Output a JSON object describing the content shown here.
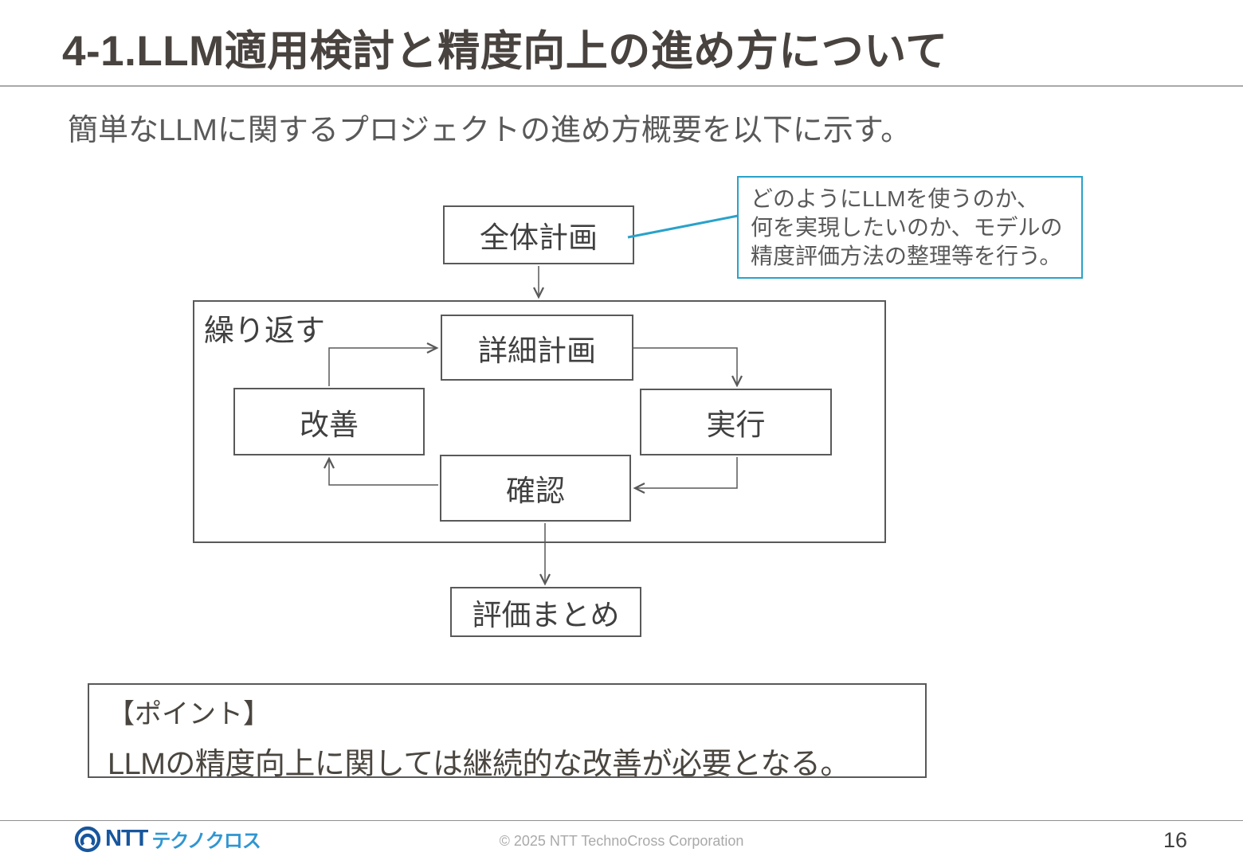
{
  "header": {
    "title": "4-1.LLM適用検討と精度向上の進め方について"
  },
  "intro": {
    "text": "簡単なLLMに関するプロジェクトの進め方概要を以下に示す。"
  },
  "diagram": {
    "nodes": {
      "overall_plan": "全体計画",
      "detail_plan": "詳細計画",
      "execute": "実行",
      "check": "確認",
      "improve": "改善",
      "eval_summary": "評価まとめ"
    },
    "repeat_label": "繰り返す",
    "flow": [
      "全体計画 → 繰り返す(詳細計画 → 実行 → 確認 → 改善 → 詳細計画) → 評価まとめ"
    ],
    "callout": {
      "line1": "どのようにLLMを使うのか、",
      "line2": "何を実現したいのか、モデルの",
      "line3": "精度評価方法の整理等を行う。"
    }
  },
  "point": {
    "heading": "【ポイント】",
    "text": "LLMの精度向上に関しては継続的な改善が必要となる。"
  },
  "footer": {
    "logo_ntt": "NTT",
    "logo_brand": "テクノクロス",
    "copyright": "© 2025 NTT TechnoCross Corporation",
    "page_number": "16"
  },
  "colors": {
    "accent_blue": "#29a2ca",
    "box_border": "#595959",
    "title_text": "#494340",
    "body_text": "#404040",
    "logo_dark_blue": "#17569d",
    "logo_light_blue": "#2f96d2",
    "footer_gray": "#a9a9a9"
  }
}
